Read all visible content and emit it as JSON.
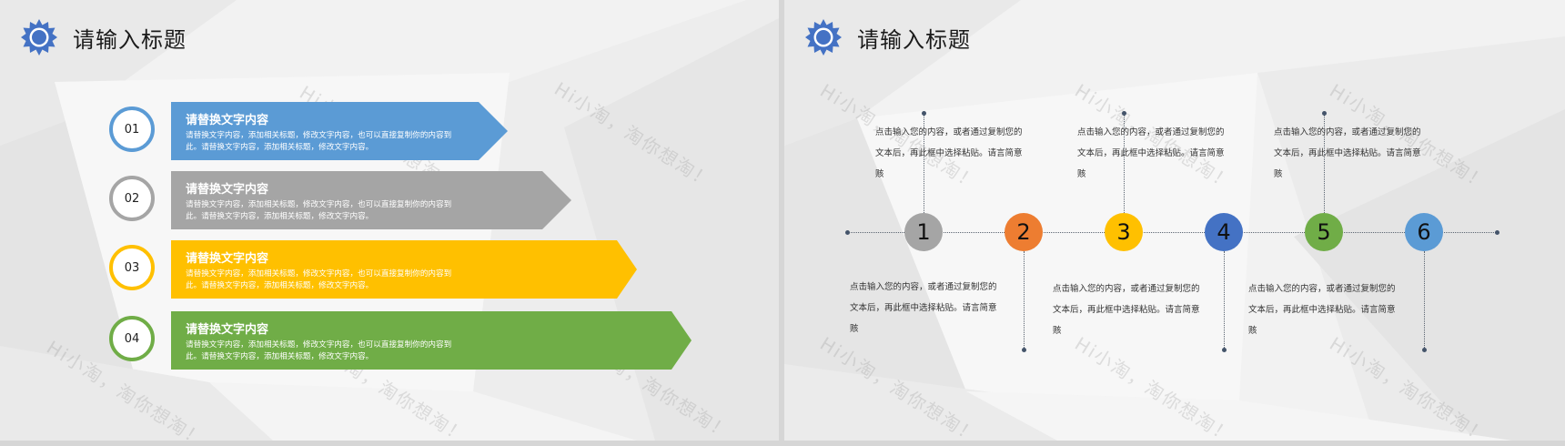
{
  "slides": [
    {
      "title": "请输入标题",
      "icon": "gear-icon",
      "items": [
        {
          "number": "01",
          "heading": "请替换文字内容",
          "desc": "请替换文字内容，添加相关标题，修改文字内容，也可以直接复制你的内容到此。请替换文字内容，添加相关标题，修改文字内容。",
          "color": "#5b9bd5"
        },
        {
          "number": "02",
          "heading": "请替换文字内容",
          "desc": "请替换文字内容，添加相关标题，修改文字内容，也可以直接复制你的内容到此。请替换文字内容，添加相关标题，修改文字内容。",
          "color": "#a5a5a5"
        },
        {
          "number": "03",
          "heading": "请替换文字内容",
          "desc": "请替换文字内容，添加相关标题，修改文字内容，也可以直接复制你的内容到此。请替换文字内容，添加相关标题，修改文字内容。",
          "color": "#ffc000"
        },
        {
          "number": "04",
          "heading": "请替换文字内容",
          "desc": "请替换文字内容，添加相关标题，修改文字内容，也可以直接复制你的内容到此。请替换文字内容，添加相关标题，修改文字内容。",
          "color": "#70ad47"
        }
      ]
    },
    {
      "title": "请输入标题",
      "icon": "gear-icon",
      "timeline": [
        {
          "number": "1",
          "color": "#a5a5a5",
          "text": "点击输入您的内容，或者通过复制您的文本后，再此框中选择粘贴。请言简意赅",
          "position": "below"
        },
        {
          "number": "2",
          "color": "#ed7d31",
          "text": "点击输入您的内容，或者通过复制您的文本后，再此框中选择粘贴。请言简意赅",
          "position": "above"
        },
        {
          "number": "3",
          "color": "#ffc000",
          "text": "点击输入您的内容，或者通过复制您的文本后，再此框中选择粘贴。请言简意赅",
          "position": "below"
        },
        {
          "number": "4",
          "color": "#4472c4",
          "text": "点击输入您的内容，或者通过复制您的文本后，再此框中选择粘贴。请言简意赅",
          "position": "above"
        },
        {
          "number": "5",
          "color": "#70ad47",
          "text": "点击输入您的内容，或者通过复制您的文本后，再此框中选择粘贴。请言简意赅",
          "position": "below"
        },
        {
          "number": "6",
          "color": "#5b9bd5",
          "text": "点击输入您的内容，或者通过复制您的文本后，再此框中选择粘贴。请言简意赅",
          "position": "above"
        }
      ]
    }
  ],
  "watermark": "Hi小淘，淘你想淘！",
  "colors": {
    "icon_blue": "#4472c4",
    "timeline_line": "#44546a",
    "background": "#f2f2f2"
  }
}
